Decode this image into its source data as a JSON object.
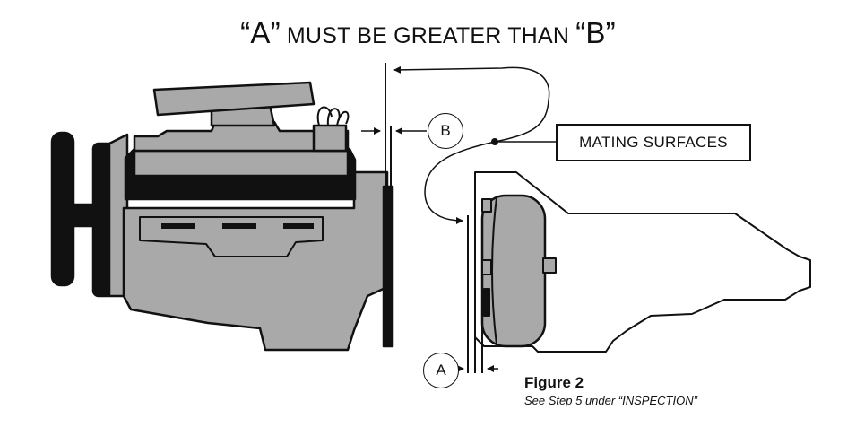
{
  "title": {
    "quote_open_a": "“A”",
    "middle": " MUST BE GREATER THAN ",
    "quote_b": "“B”"
  },
  "labels": {
    "mating_surfaces": "MATING SURFACES",
    "a": "A",
    "b": "B"
  },
  "caption": {
    "figure": "Figure 2",
    "note": "See Step 5 under “INSPECTION”"
  },
  "colors": {
    "engine_gray": "#a9a9a9",
    "dark": "#111111",
    "line": "#111111"
  }
}
